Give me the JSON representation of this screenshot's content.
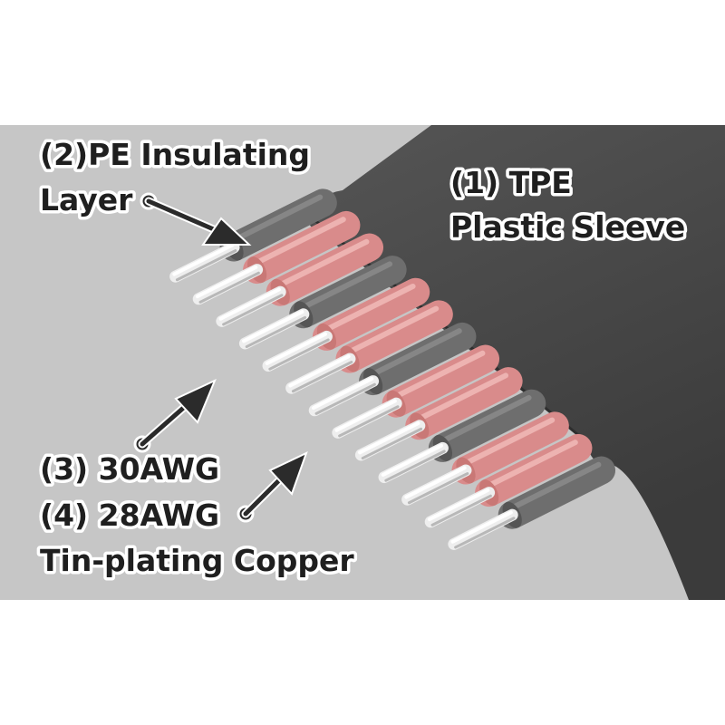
{
  "labels": {
    "pe_line1": "(2)PE Insulating",
    "pe_line2": "Layer",
    "tpe_line1": "(1) TPE",
    "tpe_line2": "Plastic Sleeve",
    "awg30": "(3) 30AWG",
    "awg28": "(4) 28AWG",
    "copper": "Tin-plating Copper"
  },
  "colors": {
    "background": "#ffffff",
    "panel": "#c6c6c6",
    "sleeve": "#4a4a4a",
    "insulation_gray": "#6e6e6e",
    "insulation_pink": "#d98b8b",
    "copper_conductor": "#eeeeee",
    "arrow": "#2b2b2b"
  },
  "wires": [
    "gray",
    "pink",
    "pink",
    "gray",
    "pink",
    "pink",
    "gray",
    "pink",
    "pink",
    "gray",
    "pink",
    "pink",
    "gray"
  ]
}
